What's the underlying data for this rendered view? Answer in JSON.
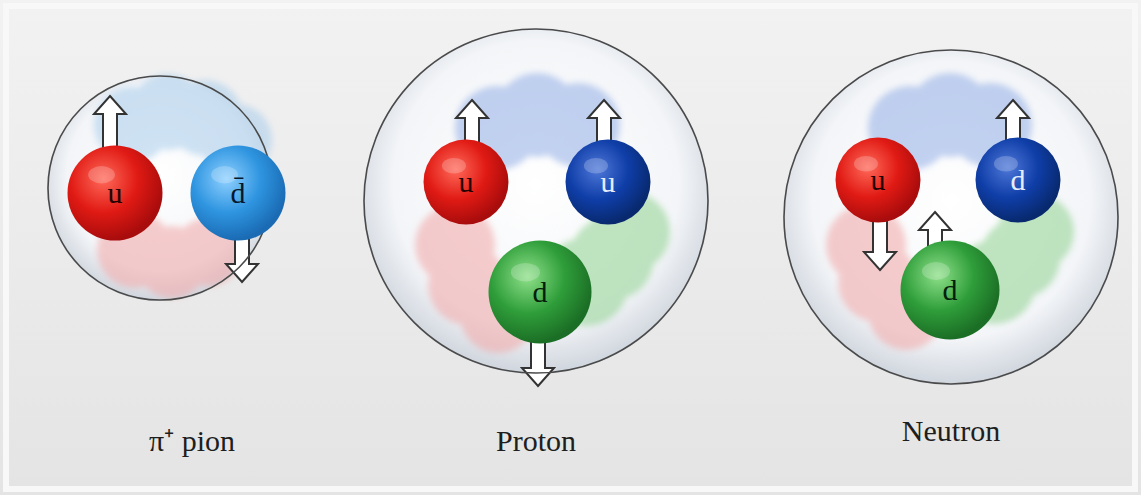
{
  "diagram": {
    "nodes": [
      {
        "text": [
          "π⁺ pion"
        ]
      },
      {
        "text": [
          "u"
        ],
        "in": 0
      },
      {
        "text": [
          "d̄"
        ],
        "in": 0
      },
      {
        "text": [
          "Proton"
        ]
      },
      {
        "text": [
          "u"
        ],
        "in": 3
      },
      {
        "text": [
          "u"
        ],
        "in": 3
      },
      {
        "text": [
          "d"
        ],
        "in": 3
      },
      {
        "text": [
          "Neutron"
        ]
      },
      {
        "text": [
          "u"
        ],
        "in": 7
      },
      {
        "text": [
          "d"
        ],
        "in": 7
      },
      {
        "text": [
          "d"
        ],
        "in": 7
      }
    ]
  }
}
